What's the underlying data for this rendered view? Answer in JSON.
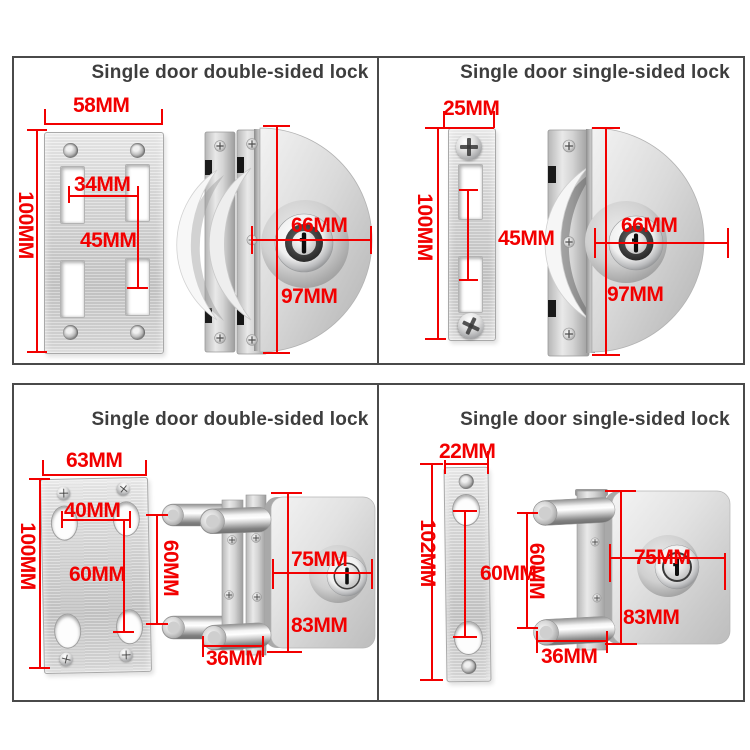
{
  "colors": {
    "dimension_red": "#f20000",
    "title_text": "#3d3d3d",
    "panel_border": "#4a4a4a",
    "metal_light": "#ececec",
    "metal_dark": "#9f9f9f"
  },
  "quadrants": {
    "q1": {
      "title": "Single door double-sided lock",
      "plate_width": "58MM",
      "plate_height": "100MM",
      "hole_span": "34MM",
      "slot_span": "45MM",
      "lock_diameter": "66MM",
      "lock_height": "97MM"
    },
    "q2": {
      "title": "Single door single-sided lock",
      "plate_width": "25MM",
      "plate_height": "100MM",
      "slot_span": "45MM",
      "lock_diameter": "66MM",
      "lock_height": "97MM"
    },
    "q3": {
      "title": "Single door double-sided lock",
      "plate_width": "63MM",
      "plate_height": "100MM",
      "hole_span": "40MM",
      "hole_vertical_span": "60MM",
      "pin_span": "60MM",
      "lock_width": "75MM",
      "lock_height": "83MM",
      "pin_length": "36MM"
    },
    "q4": {
      "title": "Single door single-sided lock",
      "plate_width": "22MM",
      "plate_height": "102MM",
      "hole_vertical_span": "60MM",
      "pin_span": "60MM",
      "lock_width": "75MM",
      "lock_height": "83MM",
      "pin_length": "36MM"
    }
  }
}
